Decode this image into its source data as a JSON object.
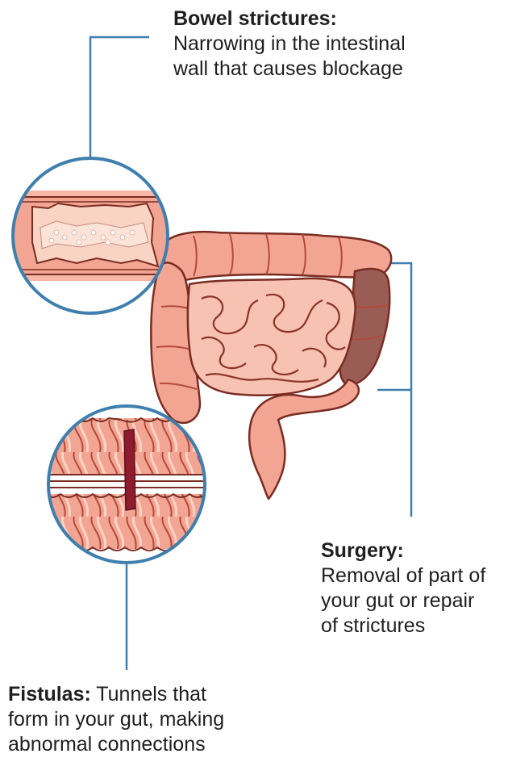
{
  "callouts": {
    "strictures": {
      "title": "Bowel strictures:",
      "lines": [
        "Narrowing in the intestinal",
        "wall that causes blockage"
      ]
    },
    "surgery": {
      "title": "Surgery:",
      "lines": [
        "Removal of part of",
        "your gut or repair",
        "of strictures"
      ]
    },
    "fistulas": {
      "title": "Fistulas:",
      "first_line_rest": "Tunnels that",
      "lines": [
        "form in your gut, making",
        "abnormal connections"
      ]
    }
  },
  "colors": {
    "leader_line": "#3f7fae",
    "circle_border": "#3f7fae",
    "intestine_fill": "#f3a593",
    "intestine_light": "#f9d3c4",
    "intestine_stroke": "#7a2c22",
    "diseased_segment": "#9a5d55",
    "fistula_tunnel": "#8e1b2e"
  }
}
